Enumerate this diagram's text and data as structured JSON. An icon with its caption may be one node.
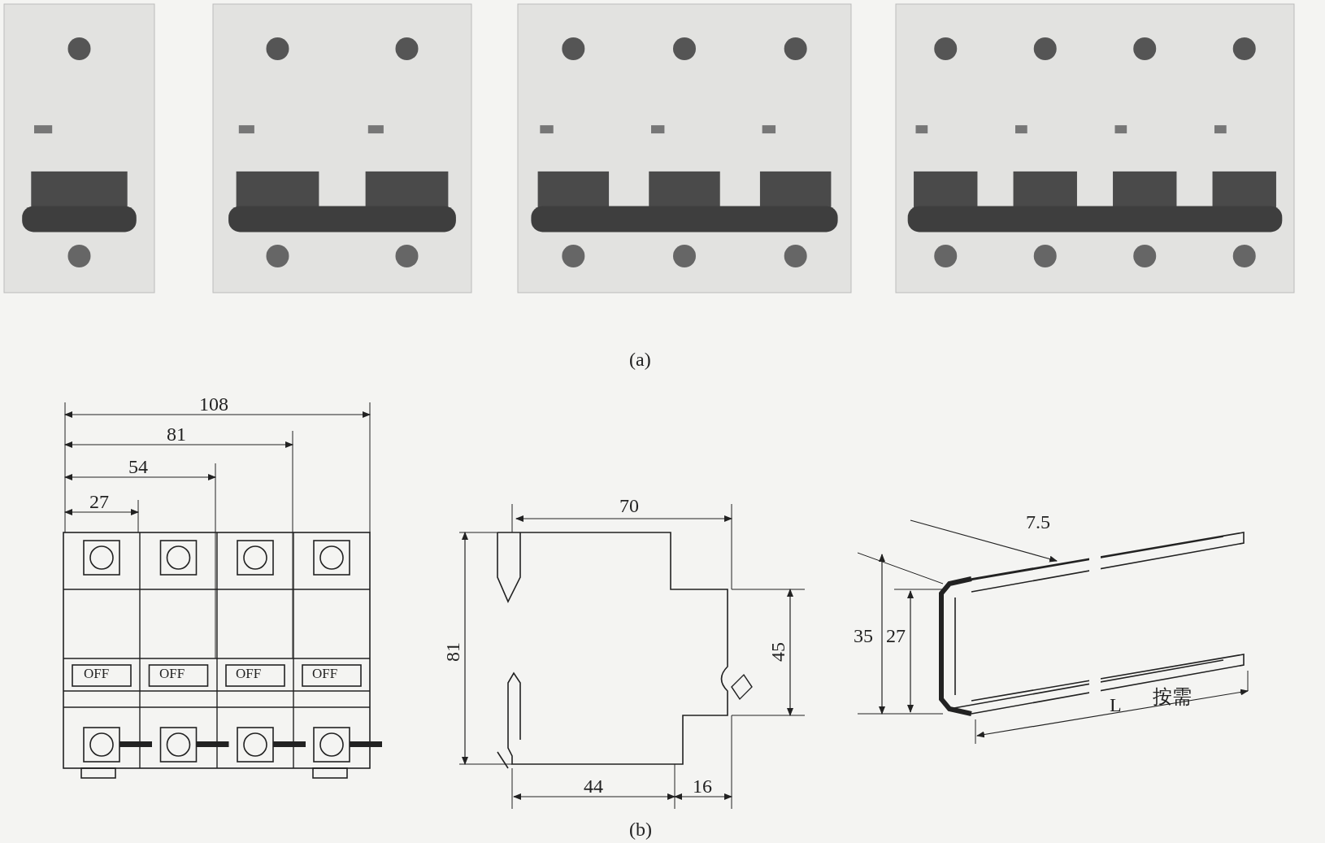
{
  "diagram": {
    "labels": [
      "(a)",
      "108",
      "81",
      "54",
      "27",
      "OFF",
      "OFF",
      "OFF",
      "OFF",
      "70",
      "81",
      "45",
      "44",
      "16",
      "7.5",
      "35",
      "27",
      "L",
      "按需",
      "(b)"
    ]
  }
}
